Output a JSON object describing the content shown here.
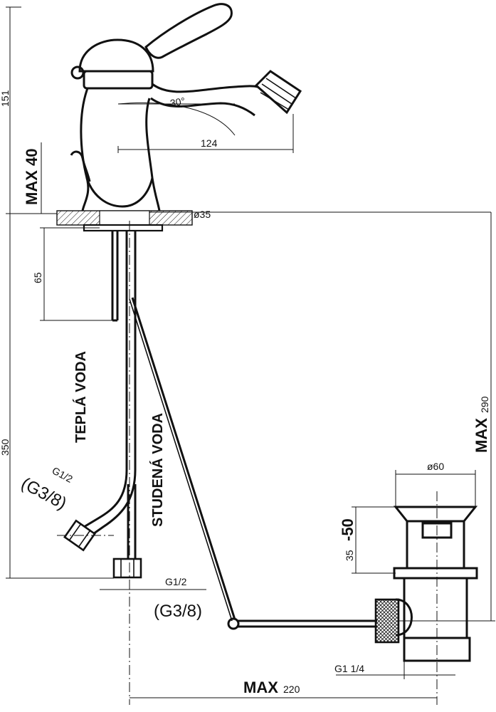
{
  "dimensions": {
    "height_total": "151",
    "max_40": "MAX 40",
    "angle": "30°",
    "spout_reach": "124",
    "hole_dia": "ø35",
    "depth_65": "65",
    "height_350": "350",
    "max_290_label": "MAX",
    "max_290_value": "290",
    "waste_dia": "ø60",
    "waste_range_bold": "-50",
    "waste_range_small": "35",
    "max_220_label": "MAX",
    "max_220_value": "220"
  },
  "labels": {
    "warm_water": "TEPLÁ VODA",
    "cold_water": "STUDENÁ VODA"
  },
  "threads": {
    "g12_left": "G1/2",
    "g38_left": "(G3/8)",
    "g12_bottom": "G1/2",
    "g38_bottom": "(G3/8)",
    "g114": "G1  1/4"
  }
}
